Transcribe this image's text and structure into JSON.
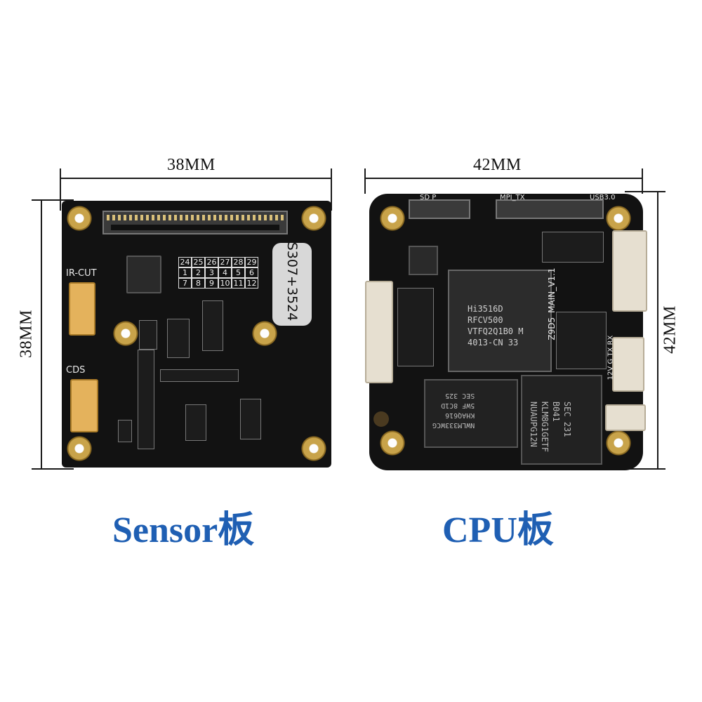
{
  "sensor": {
    "width_label": "38MM",
    "height_label": "38MM",
    "caption": "Sensor板",
    "silk": {
      "ircut": "IR-CUT",
      "cds": "CDS",
      "sticker": "S307+3524",
      "grid_row1": [
        "24",
        "25",
        "26",
        "27",
        "28",
        "29"
      ],
      "grid_row2": [
        "1",
        "2",
        "3",
        "4",
        "5",
        "6"
      ],
      "grid_row3": [
        "7",
        "8",
        "9",
        "10",
        "11",
        "12"
      ]
    }
  },
  "cpu": {
    "width_label": "42MM",
    "height_label": "42MM",
    "caption": "CPU板",
    "silk": {
      "board_name": "Z9D5_MAIN_V1.1",
      "soc_lines": [
        "Hi3516D",
        "RFCV500",
        "VTFQ2Q1B0 M",
        "4013-CN   33"
      ],
      "sdp": "SD P",
      "mpi": "MPI_TX",
      "usb": "USB3.0",
      "uart": "12V G TX RX",
      "ram_lines": [
        "NWLM333WCG",
        "KHAQ616",
        "5WF 8C1D",
        "SEC 325"
      ],
      "emmc_lines": [
        "SEC 231",
        "B041",
        "KLM8G1GETF",
        "NUAUPG12N"
      ]
    }
  },
  "colors": {
    "caption": "#1f5fb3",
    "board": "#121212",
    "gold": "#c8a34a",
    "connector": "#e4b25c"
  }
}
